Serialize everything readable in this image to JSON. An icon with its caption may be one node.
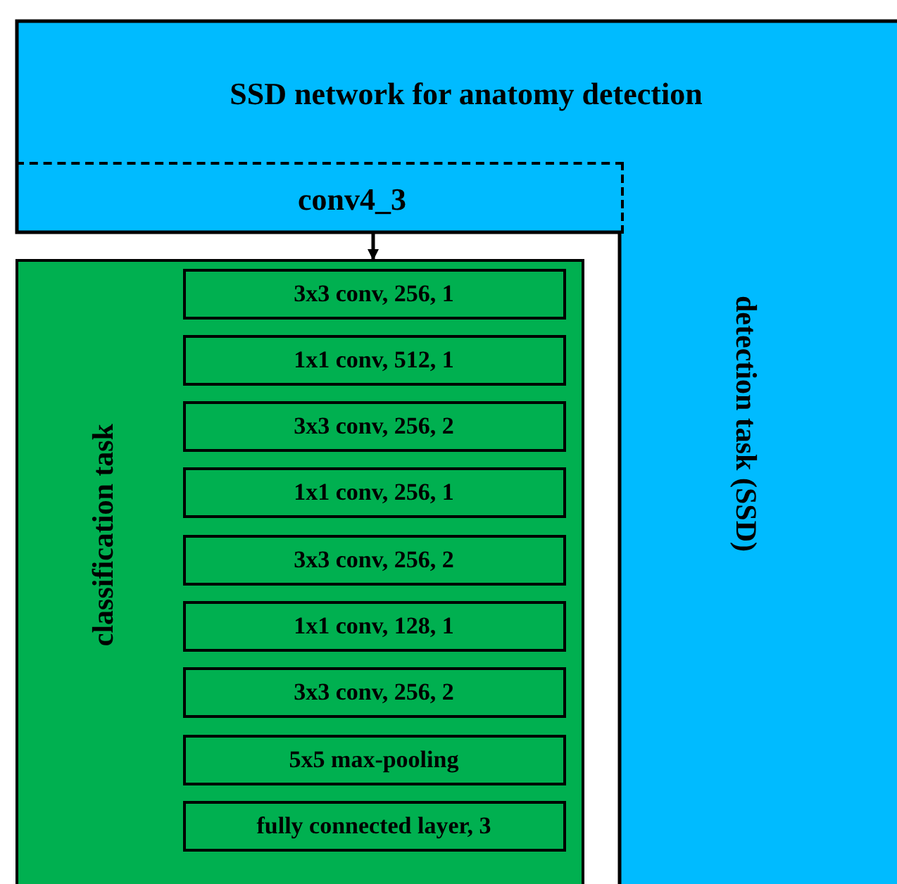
{
  "diagram": {
    "nodes": [
      {
        "text": [
          "SSD network for anatomy detection",
          "detection task (SSD)"
        ]
      },
      {
        "text": [
          "conv4_3"
        ],
        "in": 0
      },
      {
        "text": [
          "classification task"
        ]
      },
      {
        "text": [
          "3x3 conv, 256, 1"
        ],
        "in": 2
      },
      {
        "text": [
          "1x1 conv, 512, 1"
        ],
        "in": 2
      },
      {
        "text": [
          "3x3 conv, 256, 2"
        ],
        "in": 2
      },
      {
        "text": [
          "1x1 conv, 256, 1"
        ],
        "in": 2
      },
      {
        "text": [
          "3x3 conv, 256, 2"
        ],
        "in": 2
      },
      {
        "text": [
          "1x1 conv, 128, 1"
        ],
        "in": 2
      },
      {
        "text": [
          "3x3 conv, 256, 2"
        ],
        "in": 2
      },
      {
        "text": [
          "5x5 max-pooling"
        ],
        "in": 2
      },
      {
        "text": [
          "fully connected layer, 3"
        ],
        "in": 2
      }
    ],
    "edges": [
      {
        "from": 1,
        "to": 2,
        "arrow": "to"
      }
    ]
  }
}
